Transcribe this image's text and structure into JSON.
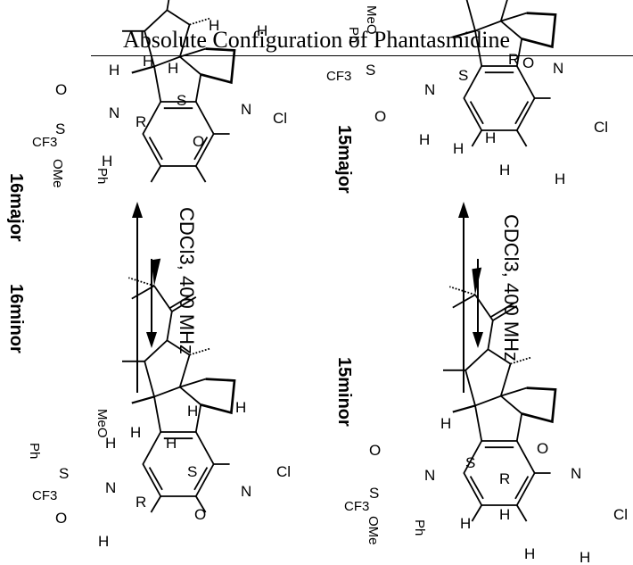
{
  "title": "Absolute Configuration of Phantasmidine",
  "conditions": {
    "left": "CDCl3, 400 MHz",
    "right": "CDCl3, 400 MHz"
  },
  "compound_labels": {
    "major_16": "16major",
    "minor_16": "16minor",
    "major_15": "15major",
    "minor_15": "15minor"
  },
  "atoms": {
    "H": "H",
    "Cl": "Cl",
    "N": "N",
    "O": "O",
    "S": "S",
    "R": "R",
    "Ph": "Ph",
    "OMe": "OMe",
    "MeO": "MeO",
    "CF3": "CF3"
  }
}
